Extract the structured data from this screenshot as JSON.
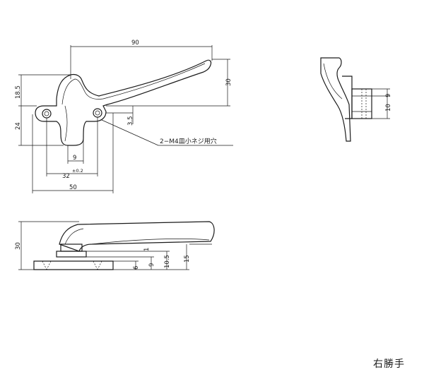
{
  "top_view": {
    "dim_90": "90",
    "dim_30": "30",
    "dim_18_5": "18.5",
    "dim_24": "24",
    "dim_3_5": "3.5",
    "dim_9": "9",
    "dim_32": "32",
    "dim_32_tol": "±0.2",
    "dim_50": "50",
    "hole_note": "2−M4皿小ネジ用穴"
  },
  "side_view": {
    "dim_10": "10",
    "dim_9": "9"
  },
  "front_view": {
    "dim_30": "30",
    "dim_6": "6",
    "dim_9": "9",
    "dim_10_5": "10.5",
    "dim_15": "15",
    "dim_1": "1"
  },
  "caption": "右勝手"
}
